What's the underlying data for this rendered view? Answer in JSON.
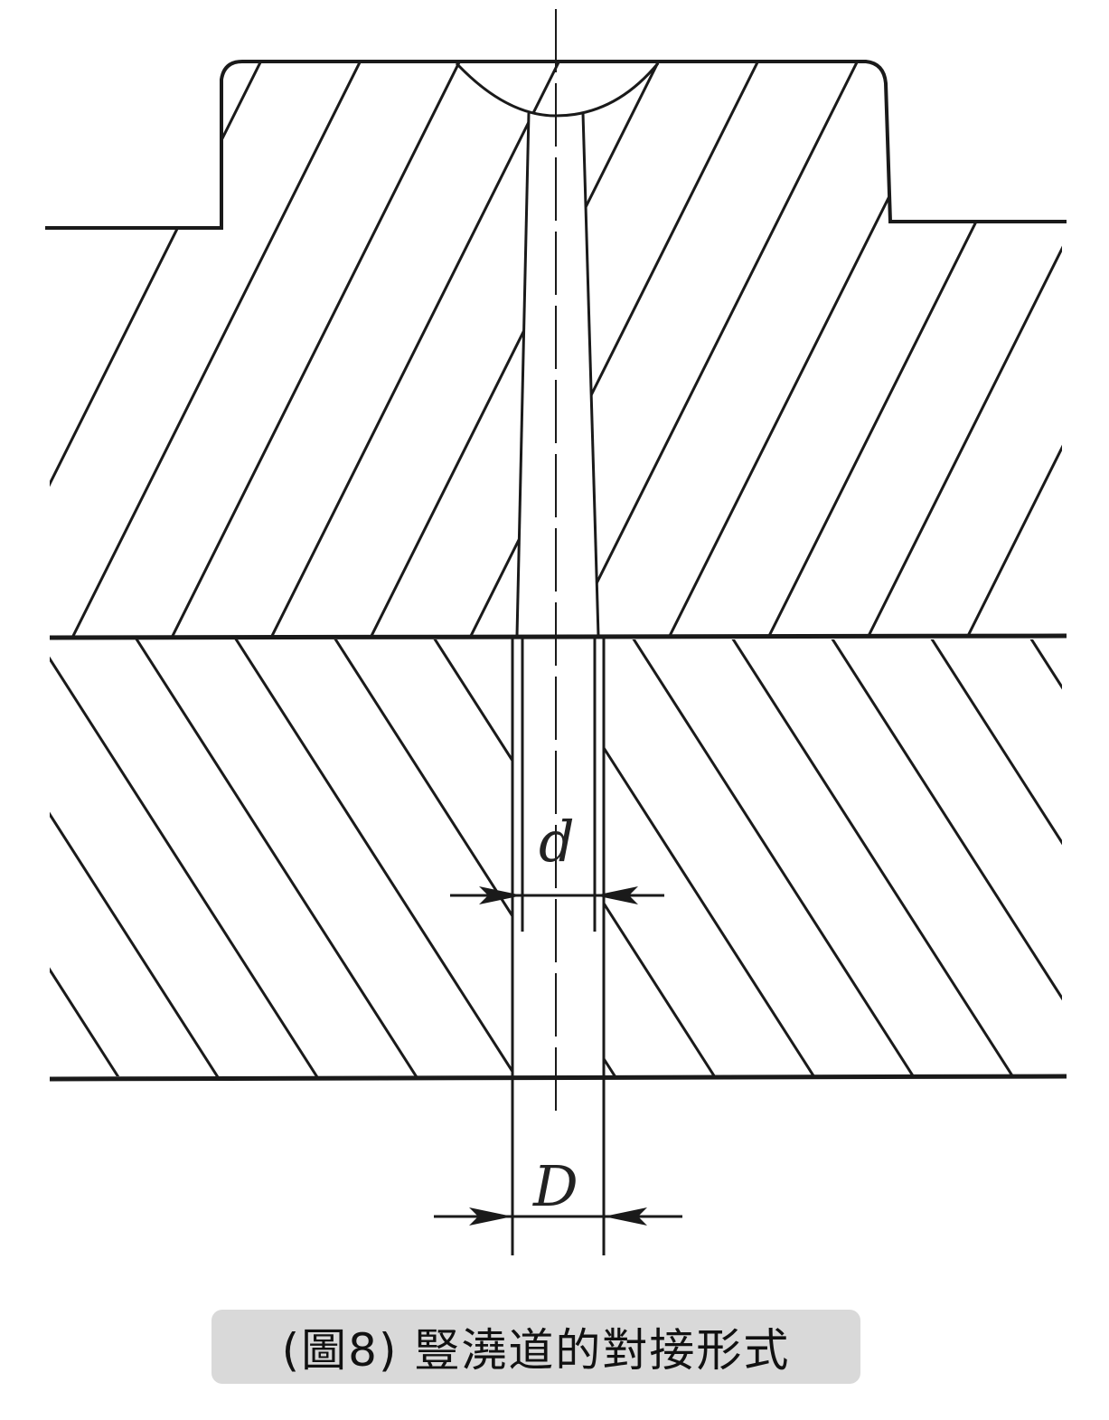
{
  "diagram": {
    "labels": {
      "small_diameter": "d",
      "large_diameter": "D"
    },
    "line_color": "#1a1a1a"
  },
  "caption": "(圖8)  豎澆道的對接形式"
}
